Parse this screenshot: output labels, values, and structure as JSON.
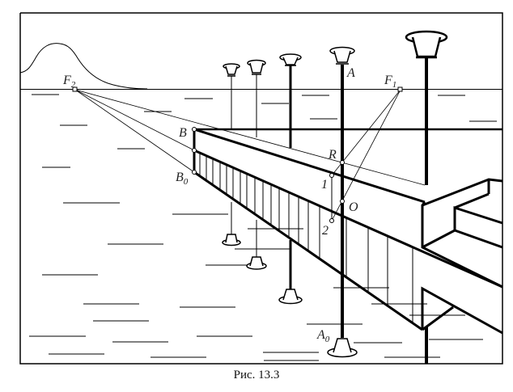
{
  "figure": {
    "caption": "Рис. 13.3",
    "labels": {
      "F2": {
        "main": "F",
        "sub": "2"
      },
      "F1": {
        "main": "F",
        "sub": "1"
      },
      "A": "A",
      "A0": {
        "main": "A",
        "sub": "0"
      },
      "B": "B",
      "B0": {
        "main": "B",
        "sub": "0"
      },
      "R": "R",
      "O": "O",
      "p1": "1",
      "p2": "2"
    },
    "colors": {
      "ink": "#000000",
      "background": "#ffffff"
    }
  }
}
